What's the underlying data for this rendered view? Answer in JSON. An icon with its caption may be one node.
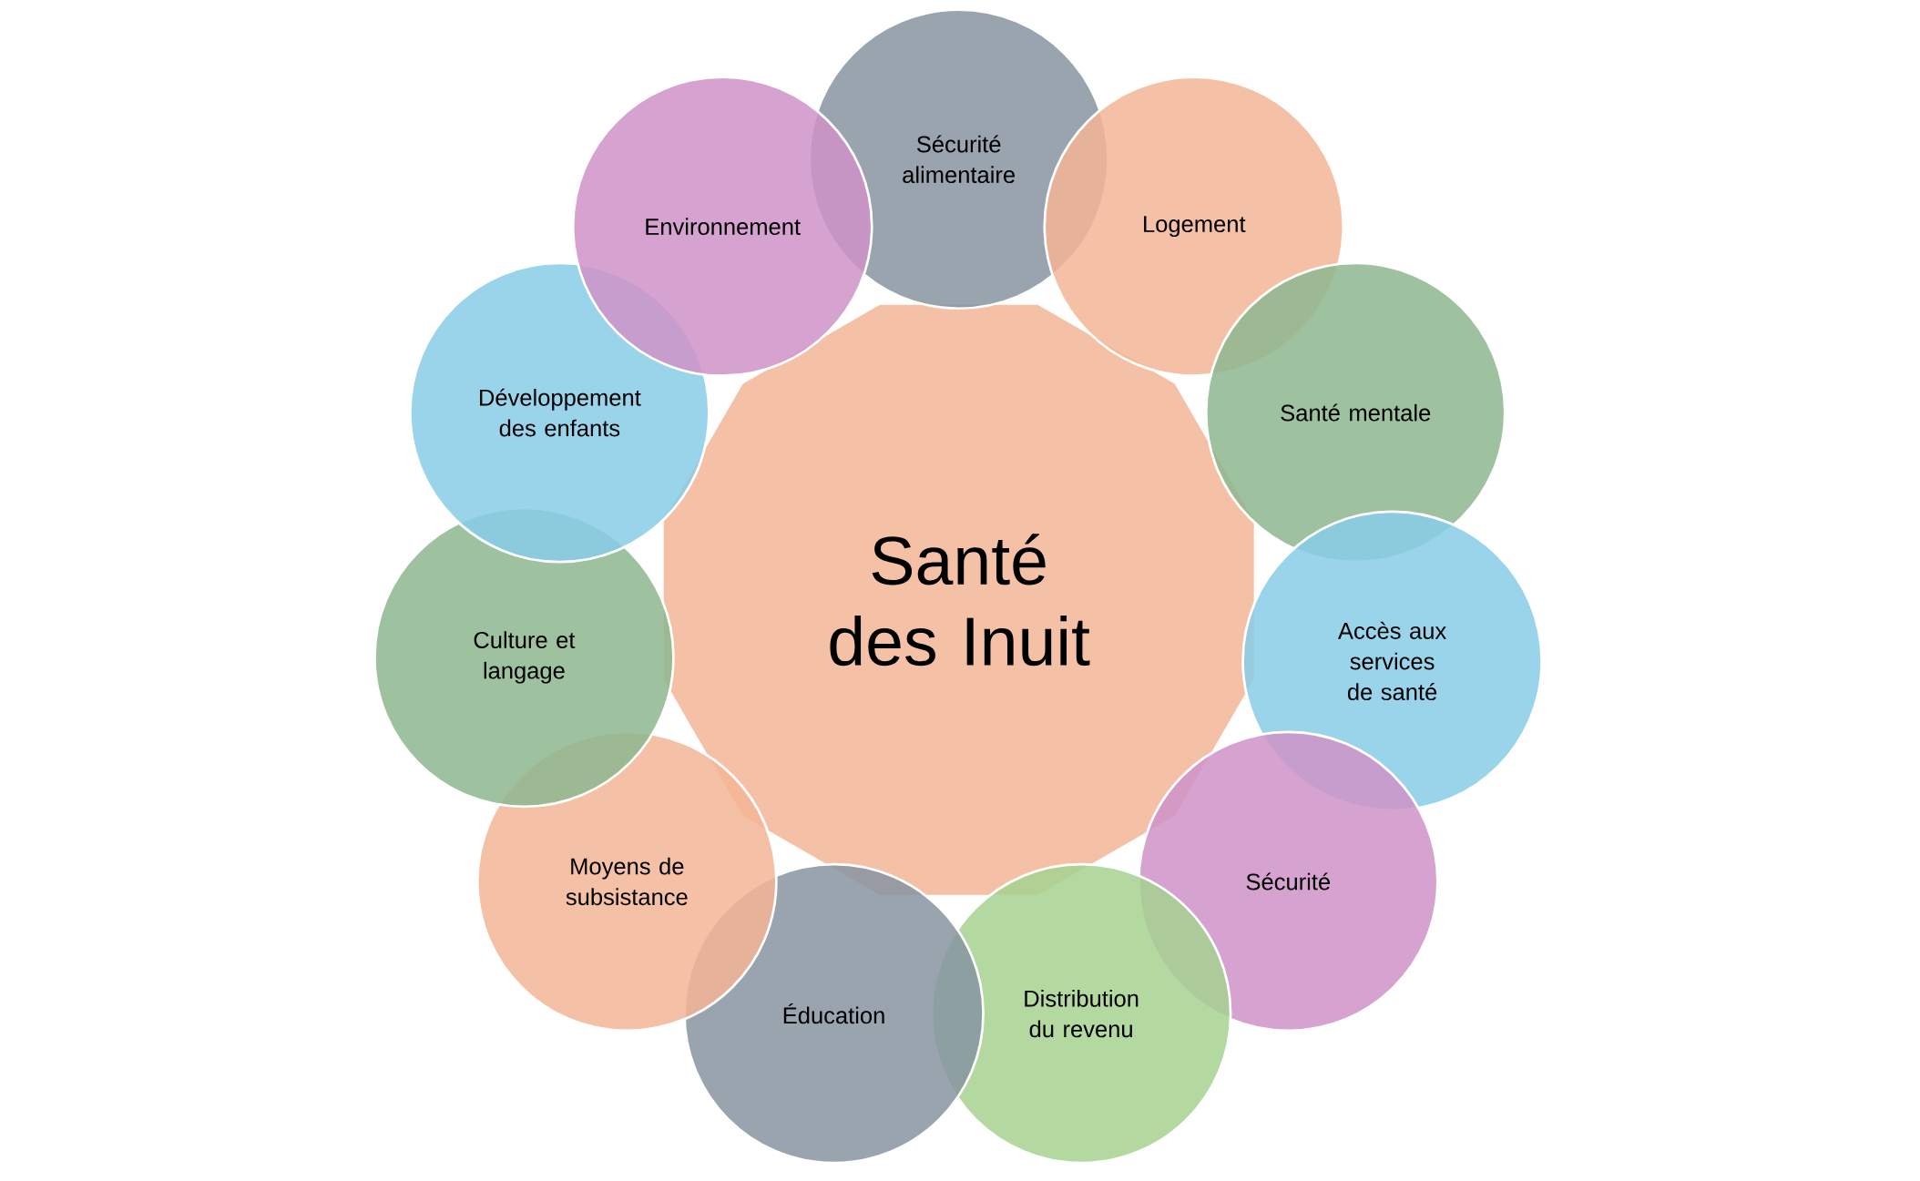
{
  "diagram": {
    "nodes": [
      {
        "text": [
          "Santé des Inuit"
        ]
      },
      {
        "text": [
          "Sécurité alimentaire"
        ]
      },
      {
        "text": [
          "Logement"
        ]
      },
      {
        "text": [
          "Santé mentale"
        ]
      },
      {
        "text": [
          "Accès aux services de santé"
        ]
      },
      {
        "text": [
          "Sécurité"
        ]
      },
      {
        "text": [
          "Distribution du revenu"
        ]
      },
      {
        "text": [
          "Éducation"
        ]
      },
      {
        "text": [
          "Moyens de subsistance"
        ]
      },
      {
        "text": [
          "Culture et langage"
        ]
      },
      {
        "text": [
          "Développement des enfants"
        ]
      },
      {
        "text": [
          "Environnement"
        ]
      }
    ]
  }
}
